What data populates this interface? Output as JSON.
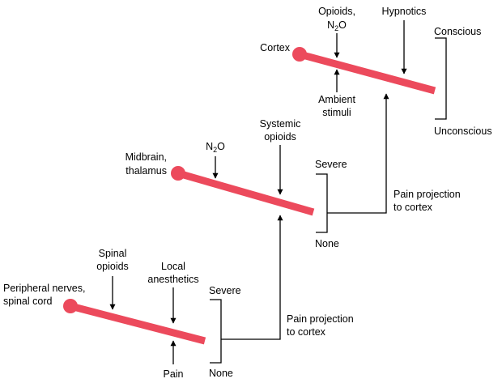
{
  "colors": {
    "bar": "#ec4a5c",
    "line": "#000000",
    "text": "#000000",
    "background": "#ffffff"
  },
  "levels": {
    "cortex": {
      "name": "Cortex",
      "inputs": {
        "opioids_line1": "Opioids,",
        "n2o_n": "N",
        "n2o_sub": "2",
        "n2o_o": "O",
        "hypnotics": "Hypnotics",
        "ambient_line1": "Ambient",
        "ambient_line2": "stimuli"
      },
      "scale_top": "Conscious",
      "scale_bottom": "Unconscious"
    },
    "midbrain": {
      "name_line1": "Midbrain,",
      "name_line2": "thalamus",
      "inputs": {
        "n2o_n": "N",
        "n2o_sub": "2",
        "n2o_o": "O",
        "systemic_line1": "Systemic",
        "systemic_line2": "opioids"
      },
      "scale_top": "Severe",
      "scale_bottom": "None",
      "projection_line1": "Pain projection",
      "projection_line2": "to cortex"
    },
    "peripheral": {
      "name_line1": "Peripheral nerves,",
      "name_line2": "spinal cord",
      "inputs": {
        "spinal_line1": "Spinal",
        "spinal_line2": "opioids",
        "local_line1": "Local",
        "local_line2": "anesthetics",
        "pain": "Pain"
      },
      "scale_top": "Severe",
      "scale_bottom": "None",
      "projection_line1": "Pain projection",
      "projection_line2": "to cortex"
    }
  }
}
